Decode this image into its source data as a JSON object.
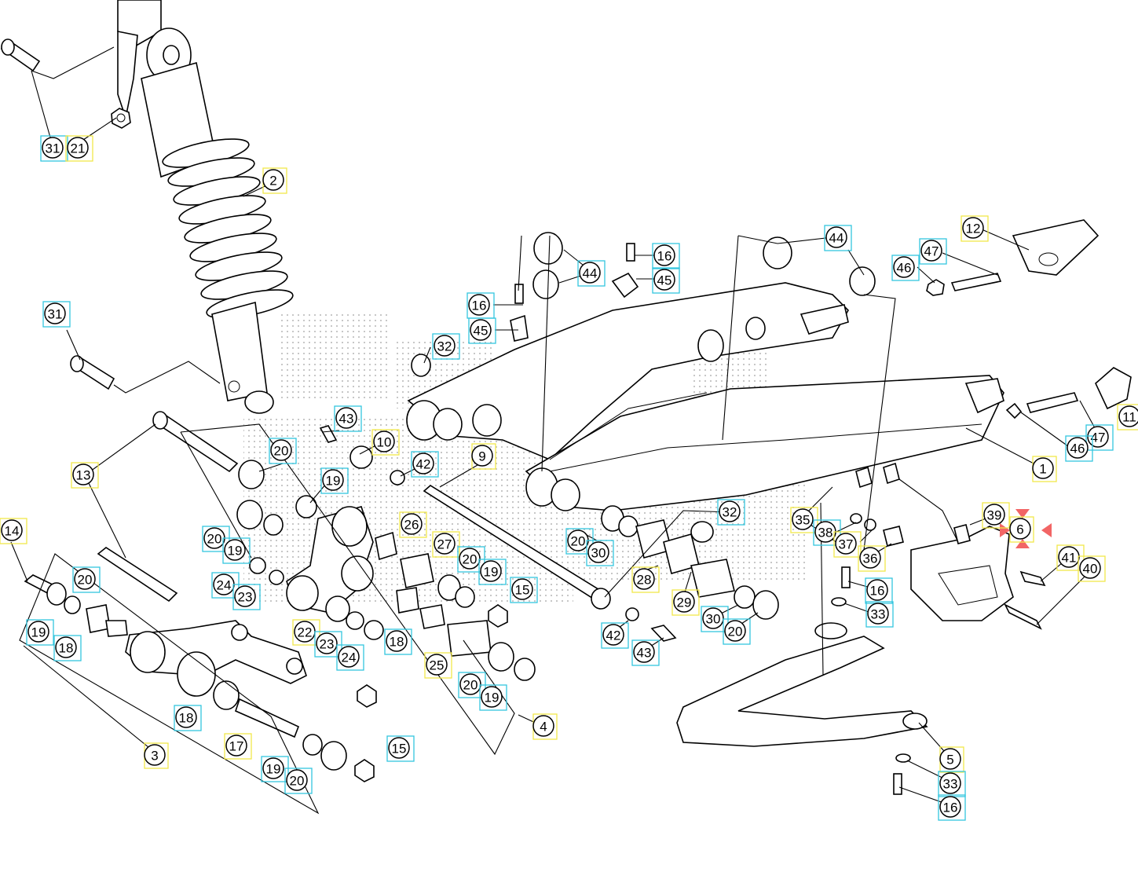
{
  "diagram": {
    "colors": {
      "box_yellow": "#f2e84a",
      "box_cyan": "#34c6df",
      "marker_red": "#f26565",
      "line": "#000000",
      "stipple": "#b5b5b5"
    },
    "callouts": [
      {
        "label": "31",
        "box": "cyan"
      },
      {
        "label": "21",
        "box": "yellow"
      },
      {
        "label": "2",
        "box": "yellow"
      },
      {
        "label": "31",
        "box": "cyan"
      },
      {
        "label": "13",
        "box": "yellow"
      },
      {
        "label": "14",
        "box": "yellow"
      },
      {
        "label": "20",
        "box": "cyan"
      },
      {
        "label": "19",
        "box": "cyan"
      },
      {
        "label": "18",
        "box": "cyan"
      },
      {
        "label": "3",
        "box": "yellow"
      },
      {
        "label": "18",
        "box": "cyan"
      },
      {
        "label": "17",
        "box": "yellow"
      },
      {
        "label": "19",
        "box": "cyan"
      },
      {
        "label": "20",
        "box": "cyan"
      },
      {
        "label": "15",
        "box": "cyan"
      },
      {
        "label": "20",
        "box": "cyan"
      },
      {
        "label": "19",
        "box": "cyan"
      },
      {
        "label": "20",
        "box": "cyan"
      },
      {
        "label": "19",
        "box": "cyan"
      },
      {
        "label": "24",
        "box": "cyan"
      },
      {
        "label": "23",
        "box": "cyan"
      },
      {
        "label": "22",
        "box": "yellow"
      },
      {
        "label": "23",
        "box": "cyan"
      },
      {
        "label": "24",
        "box": "cyan"
      },
      {
        "label": "18",
        "box": "cyan"
      },
      {
        "label": "26",
        "box": "yellow"
      },
      {
        "label": "27",
        "box": "yellow"
      },
      {
        "label": "20",
        "box": "cyan"
      },
      {
        "label": "19",
        "box": "cyan"
      },
      {
        "label": "15",
        "box": "cyan"
      },
      {
        "label": "25",
        "box": "yellow"
      },
      {
        "label": "20",
        "box": "cyan"
      },
      {
        "label": "19",
        "box": "cyan"
      },
      {
        "label": "4",
        "box": "yellow"
      },
      {
        "label": "43",
        "box": "cyan"
      },
      {
        "label": "10",
        "box": "yellow"
      },
      {
        "label": "42",
        "box": "cyan"
      },
      {
        "label": "9",
        "box": "yellow"
      },
      {
        "label": "42",
        "box": "cyan"
      },
      {
        "label": "43",
        "box": "cyan"
      },
      {
        "label": "32",
        "box": "cyan"
      },
      {
        "label": "16",
        "box": "cyan"
      },
      {
        "label": "45",
        "box": "cyan"
      },
      {
        "label": "44",
        "box": "cyan"
      },
      {
        "label": "16",
        "box": "cyan"
      },
      {
        "label": "45",
        "box": "cyan"
      },
      {
        "label": "44",
        "box": "cyan"
      },
      {
        "label": "12",
        "box": "yellow"
      },
      {
        "label": "47",
        "box": "cyan"
      },
      {
        "label": "46",
        "box": "cyan"
      },
      {
        "label": "11",
        "box": "yellow"
      },
      {
        "label": "47",
        "box": "cyan"
      },
      {
        "label": "46",
        "box": "cyan"
      },
      {
        "label": "1",
        "box": "yellow"
      },
      {
        "label": "20",
        "box": "cyan"
      },
      {
        "label": "30",
        "box": "cyan"
      },
      {
        "label": "28",
        "box": "yellow"
      },
      {
        "label": "32",
        "box": "cyan"
      },
      {
        "label": "29",
        "box": "yellow"
      },
      {
        "label": "30",
        "box": "cyan"
      },
      {
        "label": "20",
        "box": "cyan"
      },
      {
        "label": "35",
        "box": "yellow"
      },
      {
        "label": "38",
        "box": "cyan"
      },
      {
        "label": "37",
        "box": "yellow"
      },
      {
        "label": "36",
        "box": "yellow"
      },
      {
        "label": "39",
        "box": "yellow"
      },
      {
        "label": "6",
        "box": "yellow"
      },
      {
        "label": "41",
        "box": "yellow"
      },
      {
        "label": "40",
        "box": "yellow"
      },
      {
        "label": "16",
        "box": "cyan"
      },
      {
        "label": "33",
        "box": "cyan"
      },
      {
        "label": "5",
        "box": "yellow"
      },
      {
        "label": "33",
        "box": "cyan"
      },
      {
        "label": "16",
        "box": "cyan"
      }
    ]
  }
}
